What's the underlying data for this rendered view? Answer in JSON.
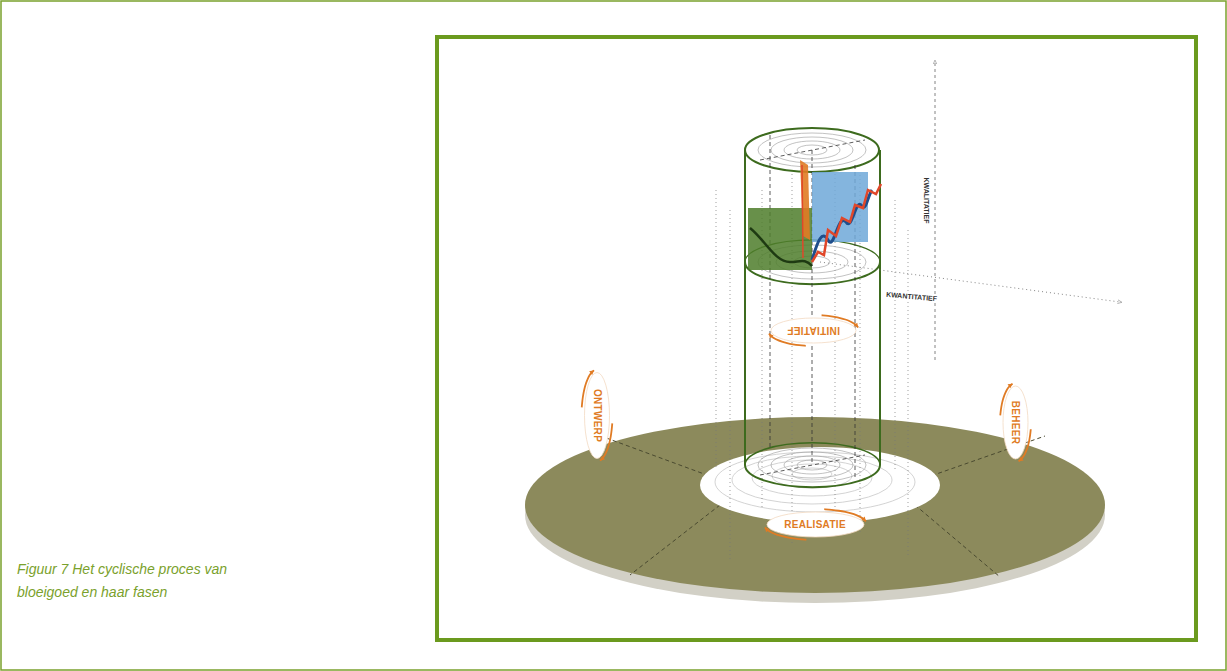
{
  "diagram": {
    "caption": "Figuur 7 Het cyclische proces van bloeigoed en haar fasen",
    "nodes": [
      {
        "text": [
          "INITIATIEF"
        ]
      },
      {
        "text": [
          "ONTWERP"
        ]
      },
      {
        "text": [
          "BEHEER"
        ]
      },
      {
        "text": [
          "REALISATIE"
        ]
      }
    ],
    "labels": [
      "KWALITATIEF",
      "KWANTITATIEF"
    ]
  }
}
